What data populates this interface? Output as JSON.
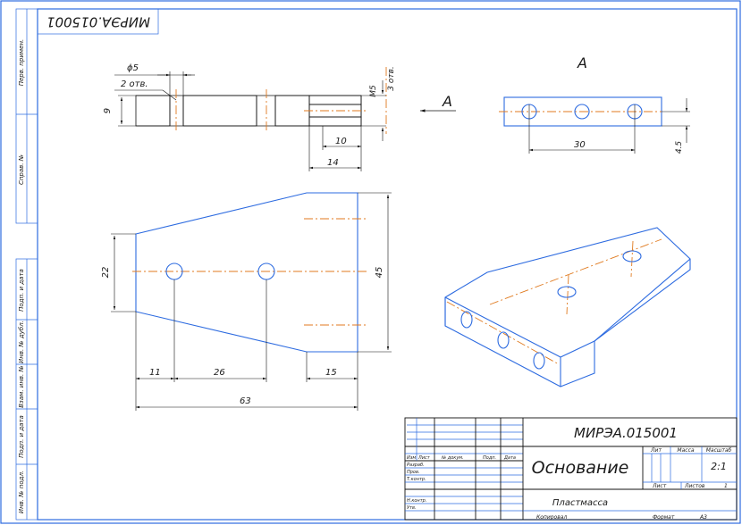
{
  "title_block": {
    "designation": "МИРЭА.015001",
    "part_name": "Основание",
    "material": "Пластмасса",
    "col_lit": "Лит",
    "col_mass": "Масса",
    "col_scale": "Масштаб",
    "scale_value": "2:1",
    "sheet_label": "Лист",
    "sheets_label": "Листов",
    "sheets_value": "1",
    "copied": "Копировал",
    "format": "Формат",
    "format_value": "А3",
    "headers": [
      "Изм",
      "Лист",
      "№ докум.",
      "Подп.",
      "Дата"
    ],
    "roles": [
      "Разраб.",
      "Пров.",
      "Т.контр.",
      "Н.контр.",
      "Утв."
    ]
  },
  "stamp_mirrored": "МИРЭА.015001",
  "side_labels": [
    "Перв. примен.",
    "Справ. №",
    "Подп. и дата",
    "Инв. № дубл.",
    "Взам. инв. №",
    "Подп. и дата",
    "Инв. № подл."
  ],
  "view_label": "А",
  "arrow_label": "А",
  "dims": {
    "hole_dia": "ϕ5",
    "hole_count": "2 отв.",
    "thread": "М5",
    "thread_count": "3 отв.",
    "thickness": "9",
    "d10": "10",
    "d14": "14",
    "d30": "30",
    "d45_small": "4.5",
    "d22": "22",
    "d45": "45",
    "d11": "11",
    "d26": "26",
    "d15": "15",
    "d63": "63"
  },
  "colors": {
    "outline": "#2d6be0",
    "centerline": "#e07a1f",
    "dimension": "#111111"
  }
}
